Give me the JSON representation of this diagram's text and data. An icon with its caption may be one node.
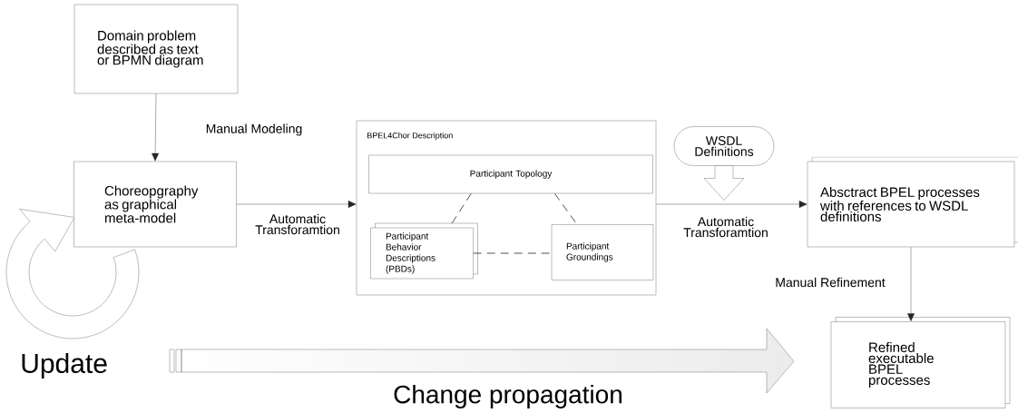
{
  "diagram": {
    "nodes": [
      {
        "text": [
          "Domain problem described as text or BPMN diagram"
        ]
      },
      {
        "text": [
          "Choreopgraphy as graphical meta-model"
        ]
      },
      {
        "text": [
          "BPEL4Chor Description"
        ]
      },
      {
        "text": [
          "Participant Topology"
        ],
        "in": 2
      },
      {
        "text": [
          "Participant Behavior Descriptions (PBDs)"
        ],
        "in": 2
      },
      {
        "text": [
          "Participant Groundings"
        ],
        "in": 2
      },
      {
        "text": [
          "WSDL Definitions"
        ]
      },
      {
        "text": [
          "Absctract BPEL processes with references to WSDL definitions"
        ]
      },
      {
        "text": [
          "Refined executable BPEL processes"
        ]
      }
    ],
    "edges": [
      {
        "from": 0,
        "to": 1,
        "arrow": "to",
        "label": "Manual Modeling"
      },
      {
        "from": 1,
        "to": 2,
        "arrow": "to",
        "label": "Automatic Transforamtion"
      },
      {
        "from": 3,
        "to": 4,
        "arrow": "none",
        "style": "dashed"
      },
      {
        "from": 3,
        "to": 5,
        "arrow": "none",
        "style": "dashed"
      },
      {
        "from": 4,
        "to": 5,
        "arrow": "none",
        "style": "dashed"
      },
      {
        "from": 6,
        "to": null,
        "arrow": "to"
      },
      {
        "from": 2,
        "to": 7,
        "arrow": "to",
        "label": "Automatic Transforamtion"
      },
      {
        "from": 7,
        "to": 8,
        "arrow": "to",
        "label": "Manual Refinement"
      }
    ],
    "labels": [
      "Update",
      "Change propagation"
    ]
  }
}
